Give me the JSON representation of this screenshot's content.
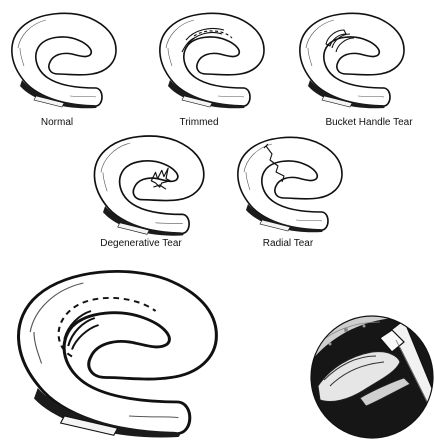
{
  "labels": {
    "normal": "Normal",
    "trimmed": "Trimmed",
    "bucket_handle": "Bucket Handle Tear",
    "degenerative": "Degenerative Tear",
    "radial": "Radial Tear"
  }
}
